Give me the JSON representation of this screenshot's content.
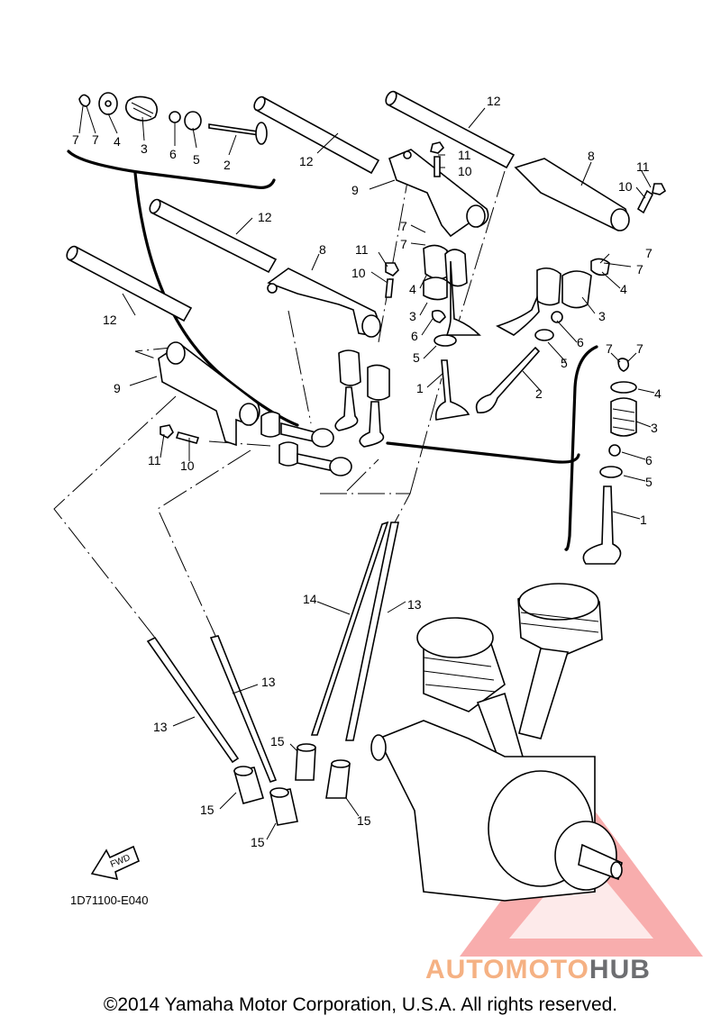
{
  "diagram": {
    "drawing_code": "1D71100-E040",
    "fwd_label": "FWD",
    "callouts": {
      "c7a": "7",
      "c7b": "7",
      "c4a": "4",
      "c3a": "3",
      "c6a": "6",
      "c5a": "5",
      "c2a": "2",
      "c12a": "12",
      "c9a": "9",
      "c12b": "12",
      "c11a": "11",
      "c10a": "10",
      "c8a": "8",
      "c11b": "11",
      "c10b": "10",
      "c12c": "12",
      "c8b": "8",
      "c11c": "11",
      "c10c": "10",
      "c7c": "7",
      "c7d": "7",
      "c4b": "4",
      "c3b": "3",
      "c6b": "6",
      "c5b": "5",
      "c1a": "1",
      "c7e": "7",
      "c7f": "7",
      "c4c": "4",
      "c3c": "3",
      "c6c": "6",
      "c5c": "5",
      "c2b": "2",
      "c12d": "12",
      "c9b": "9",
      "c11d": "11",
      "c10d": "10",
      "c7g": "7",
      "c7h": "7",
      "c4d": "4",
      "c3d": "3",
      "c6d": "6",
      "c5d": "5",
      "c1b": "1",
      "c14": "14",
      "c13a": "13",
      "c13b": "13",
      "c13c": "13",
      "c15a": "15",
      "c15b": "15",
      "c15c": "15",
      "c15d": "15"
    }
  },
  "watermark": {
    "part1": "AUTOMOTO",
    "part2": "HUB",
    "color1": "#f5b183",
    "color2": "#6d6e71",
    "triangle_color": "#f26a6a"
  },
  "footer": {
    "copyright": "©2014 Yamaha Motor Corporation, U.S.A. All rights reserved."
  }
}
